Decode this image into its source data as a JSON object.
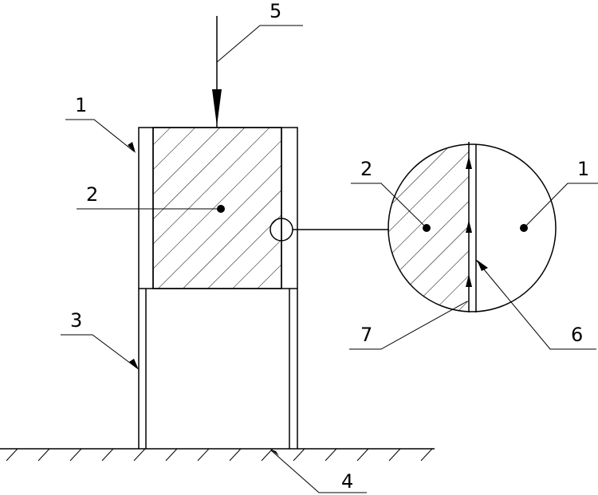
{
  "diagram": {
    "labels": {
      "label_1_left": "1",
      "label_2_left": "2",
      "label_3": "3",
      "label_4": "4",
      "label_5": "5",
      "label_2_detail": "2",
      "label_1_detail": "1",
      "label_6": "6",
      "label_7": "7"
    }
  }
}
